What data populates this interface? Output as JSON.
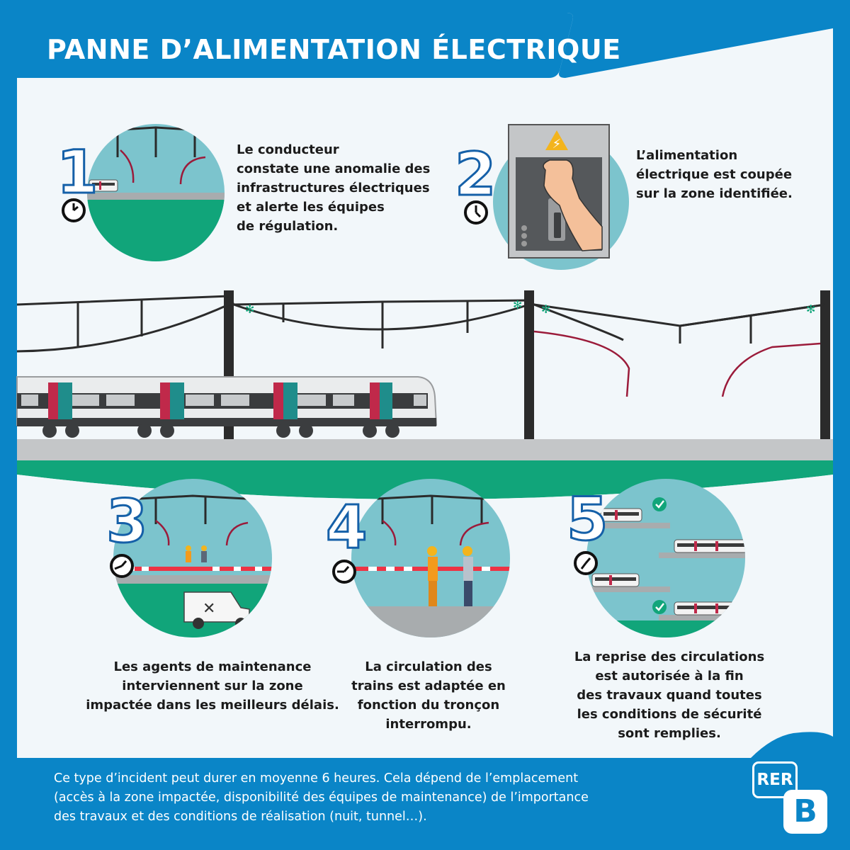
{
  "header": {
    "title": "PANNE D’ALIMENTATION ÉLECTRIQUE"
  },
  "steps": [
    {
      "number": "1",
      "lines": [
        "Le conducteur",
        "constate une anomalie des",
        "infrastructures électriques",
        "et alerte les équipes",
        "de régulation."
      ]
    },
    {
      "number": "2",
      "lines": [
        "L’alimentation",
        "électrique est coupée",
        "sur la zone identifiée."
      ]
    },
    {
      "number": "3",
      "lines": [
        "Les agents de maintenance",
        "interviennent sur la zone",
        "impactée dans les meilleurs délais."
      ]
    },
    {
      "number": "4",
      "lines": [
        "La circulation des",
        "trains est adaptée en",
        "fonction du tronçon",
        "interrompu."
      ]
    },
    {
      "number": "5",
      "lines": [
        "La reprise des circulations",
        "est autorisée à la fin",
        "des travaux quand toutes",
        "les conditions de sécurité",
        "sont remplies."
      ]
    }
  ],
  "footer": {
    "lines": [
      "Ce type d’incident peut durer en moyenne 6 heures. Cela dépend de l’emplacement",
      "(accès à la zone impactée, disponibilité des équipes de maintenance) de l’importance",
      "des travaux et des conditions de réalisation (nuit, tunnel…)."
    ]
  },
  "logo": {
    "rer": "RER",
    "line": "B"
  },
  "colors": {
    "brand_blue": "#0a85c7",
    "teal": "#79c4cf",
    "green": "#11a57a",
    "cable_red": "#9b1b3a",
    "train_red": "#c0294a"
  }
}
